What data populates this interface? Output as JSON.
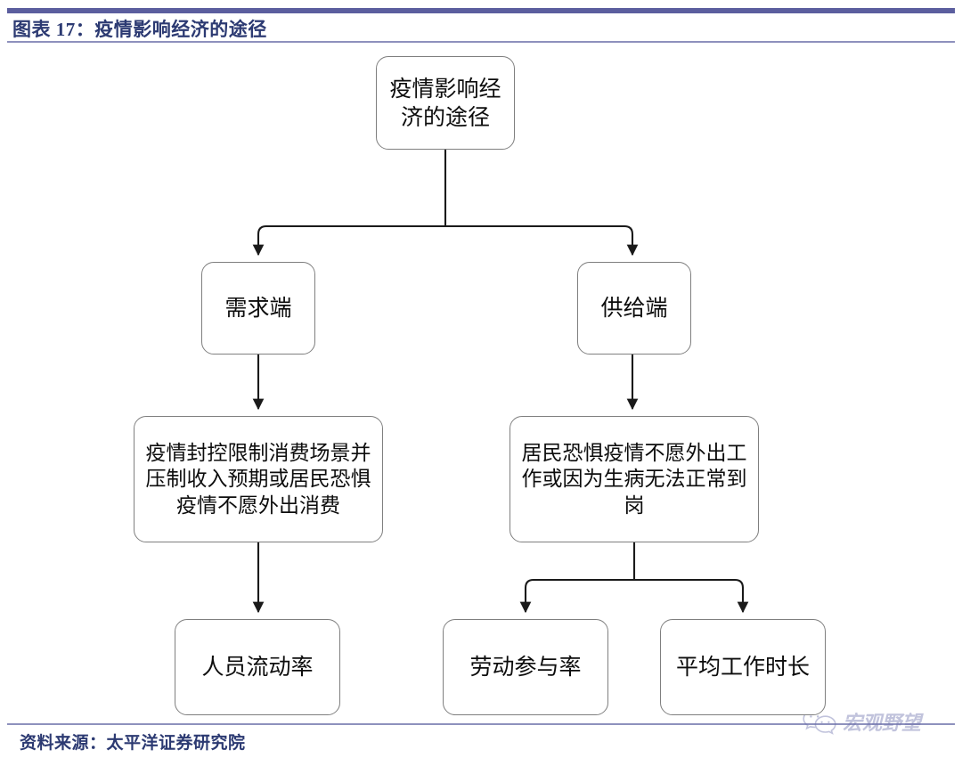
{
  "header": {
    "title": "图表 17：疫情影响经济的途径",
    "rule_color": "#5b5e9e",
    "title_color": "#2c3a72"
  },
  "footer": {
    "source_label": "资料来源：太平洋证券研究院",
    "rule_color": "#8e91bd"
  },
  "watermark": {
    "text": "宏观野望",
    "icon": "wechat-logo-icon",
    "color": "#6d72ad"
  },
  "diagram": {
    "type": "flowchart",
    "node_border_color": "#7f7f7f",
    "node_fill_color": "#ffffff",
    "edge_color": "#1a1a1a",
    "nodes": {
      "root": "疫情影响经济的途径",
      "demand": "需求端",
      "supply": "供给端",
      "demand_detail": "疫情封控限制消费场景并压制收入预期或居民恐惧疫情不愿外出消费",
      "supply_detail": "居民恐惧疫情不愿外出工作或因为生病无法正常到岗",
      "mobility": "人员流动率",
      "lfpr": "劳动参与率",
      "hours": "平均工作时长"
    },
    "edges": [
      {
        "from": "root",
        "to": "demand"
      },
      {
        "from": "root",
        "to": "supply"
      },
      {
        "from": "demand",
        "to": "demand_detail"
      },
      {
        "from": "supply",
        "to": "supply_detail"
      },
      {
        "from": "demand_detail",
        "to": "mobility"
      },
      {
        "from": "supply_detail",
        "to": "lfpr"
      },
      {
        "from": "supply_detail",
        "to": "hours"
      }
    ]
  }
}
